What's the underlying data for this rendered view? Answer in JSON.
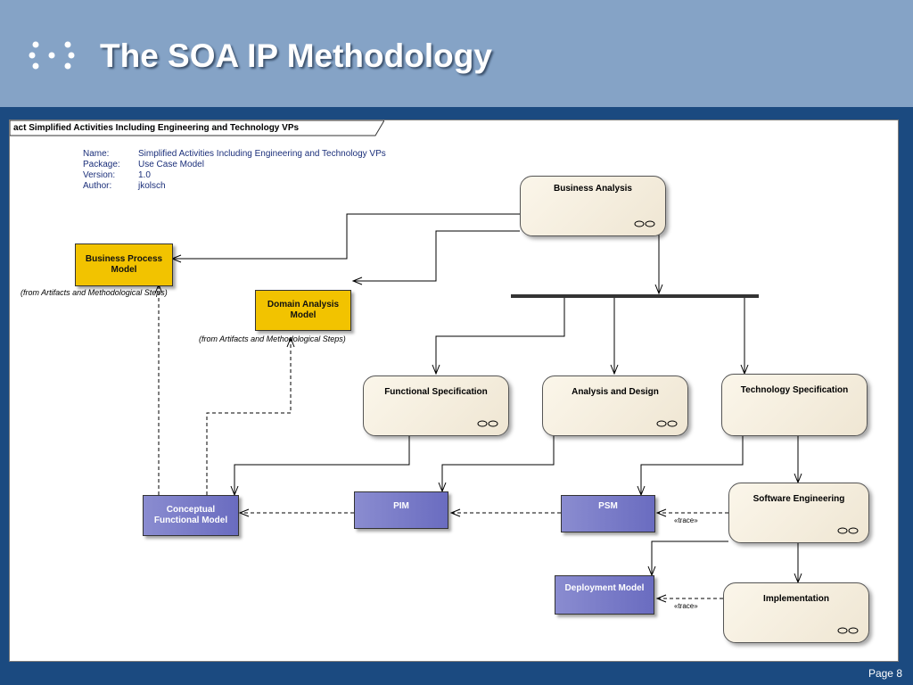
{
  "slide": {
    "title": "The SOA IP Methodology",
    "page": "Page 8"
  },
  "diagram": {
    "frame_label": "act Simplified Activities Including Engineering and Technology VPs",
    "meta": [
      {
        "key": "Name:",
        "value": "Simplified Activities Including Engineering and Technology VPs"
      },
      {
        "key": "Package:",
        "value": "Use Case Model"
      },
      {
        "key": "Version:",
        "value": "1.0"
      },
      {
        "key": "Author:",
        "value": "jkolsch"
      }
    ],
    "activities": {
      "business_analysis": "Business Analysis",
      "functional_specification": "Functional Specification",
      "analysis_and_design": "Analysis and Design",
      "technology_specification": "Technology Specification",
      "software_engineering": "Software Engineering",
      "implementation": "Implementation"
    },
    "artifacts": {
      "business_process_model": "Business Process Model",
      "domain_analysis_model": "Domain Analysis Model",
      "conceptual_functional_model": "Conceptual Functional Model",
      "pim": "PIM",
      "psm": "PSM",
      "deployment_model": "Deployment Model"
    },
    "notes": {
      "bpm_source": "(from Artifacts and Methodological Steps)",
      "dam_source": "(from Artifacts and Methodological Steps)"
    },
    "trace_labels": {
      "psm_trace": "«trace»",
      "deployment_trace": "«trace»"
    },
    "colors": {
      "header_bg": "#85a3c6",
      "slide_bg": "#1b4a80",
      "artifact_yellow": "#f2c300",
      "artifact_blue": "#7a7cc8",
      "activity_fill": "#f5eedf"
    },
    "icons": [
      "bullet-dots-icon",
      "rake-icon"
    ]
  }
}
